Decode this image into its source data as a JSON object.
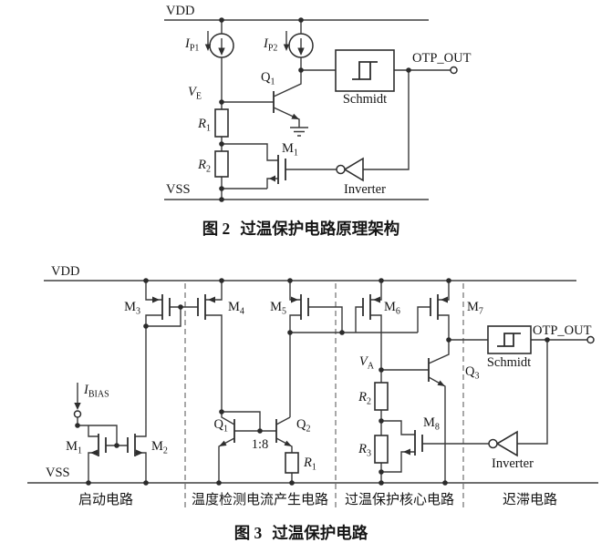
{
  "colors": {
    "wire": "#3a3a3a",
    "rail": "#6f6f6f",
    "text": "#151515",
    "background": "#ffffff"
  },
  "fig2": {
    "vdd": "VDD",
    "vss": "VSS",
    "ip1": {
      "base": "I",
      "sub": "P1"
    },
    "ip2": {
      "base": "I",
      "sub": "P2"
    },
    "ve": {
      "base": "V",
      "sub": "E"
    },
    "q1": {
      "base": "Q",
      "sub": "1"
    },
    "r1": {
      "base": "R",
      "sub": "1"
    },
    "r2": {
      "base": "R",
      "sub": "2"
    },
    "m1": {
      "base": "M",
      "sub": "1"
    },
    "schmidt": "Schmidt",
    "inverter": "Inverter",
    "otp_out": "OTP_OUT",
    "caption": {
      "fig": "图 2",
      "title": "过温保护电路原理架构"
    }
  },
  "fig3": {
    "vdd": "VDD",
    "vss": "VSS",
    "ibias": {
      "base": "I",
      "sub": "BIAS"
    },
    "m1": {
      "base": "M",
      "sub": "1"
    },
    "m2": {
      "base": "M",
      "sub": "2"
    },
    "m3": {
      "base": "M",
      "sub": "3"
    },
    "m4": {
      "base": "M",
      "sub": "4"
    },
    "m5": {
      "base": "M",
      "sub": "5"
    },
    "m6": {
      "base": "M",
      "sub": "6"
    },
    "m7": {
      "base": "M",
      "sub": "7"
    },
    "m8": {
      "base": "M",
      "sub": "8"
    },
    "q1": {
      "base": "Q",
      "sub": "1"
    },
    "q2": {
      "base": "Q",
      "sub": "2"
    },
    "q3": {
      "base": "Q",
      "sub": "3"
    },
    "r1": {
      "base": "R",
      "sub": "1"
    },
    "r2": {
      "base": "R",
      "sub": "2"
    },
    "r3": {
      "base": "R",
      "sub": "3"
    },
    "va": {
      "base": "V",
      "sub": "A"
    },
    "ratio": "1:8",
    "schmidt": "Schmidt",
    "inverter": "Inverter",
    "otp_out": "OTP_OUT",
    "sections": [
      "启动电路",
      "温度检测电流产生电路",
      "过温保护核心电路",
      "迟滞电路"
    ],
    "caption": {
      "fig": "图 3",
      "title": "过温保护电路"
    }
  }
}
